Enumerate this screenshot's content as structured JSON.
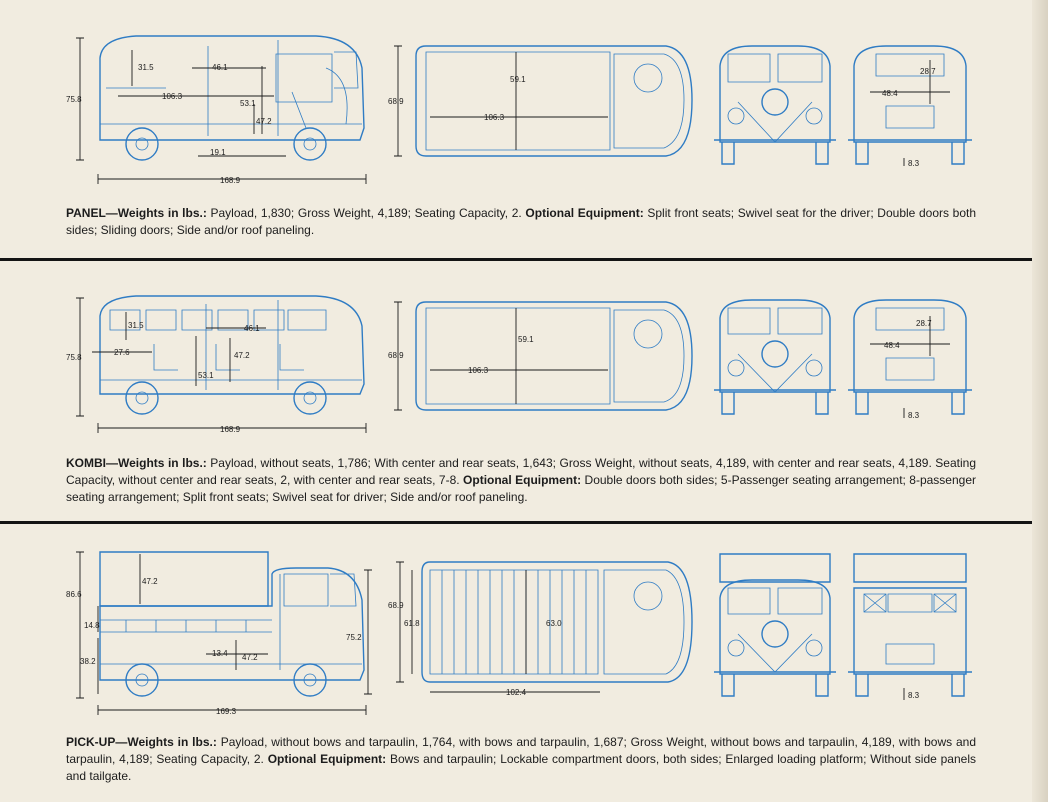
{
  "sections": [
    {
      "key": "panel",
      "caption": {
        "model": "PANEL",
        "weights_heading": "—Weights in lbs.:",
        "specs": " Payload, 1,830; Gross Weight, 4,189; Seating Capacity, 2. ",
        "optional_label": "Optional Equipment:",
        "optional": " Split front seats; Swivel seat for the driver; Double doors both sides; Sliding doors; Side and/or roof paneling."
      },
      "dims": {
        "height": "75.8",
        "interior_height": "31.5",
        "door_width": "46.1",
        "cargo_length": "106.3",
        "door_height": "53.1",
        "floor_height": "47.2",
        "ground_clearance": "19.1",
        "overall_length": "168.9",
        "overall_height_top": "68.9",
        "interior_width": "59.1",
        "top_length": "106.3",
        "rear_door_width": "28.7",
        "rear_width": "48.4",
        "rear_clearance": "8.3"
      }
    },
    {
      "key": "kombi",
      "caption": {
        "model": "KOMBI",
        "weights_heading": "—Weights in lbs.:",
        "specs": " Payload, without seats, 1,786; With center and rear seats, 1,643; Gross Weight, without seats, 4,189, with center and rear seats, 4,189. Seating Capacity, without center and rear seats, 2, with center and rear seats, 7-8. ",
        "optional_label": "Optional Equipment:",
        "optional": " Double doors both sides; 5-Passenger seating arrangement; 8-passenger seating arrangement; Split front seats; Swivel seat for driver; Side and/or roof paneling."
      },
      "dims": {
        "height": "75.8",
        "interior_height": "31.5",
        "seat_gap": "27.6",
        "door_width": "46.1",
        "door_height": "53.1",
        "floor_height": "47.2",
        "overall_length": "168.9",
        "overall_height_top": "68.9",
        "interior_width": "59.1",
        "top_length": "106.3",
        "rear_door_width": "28.7",
        "rear_width": "48.4",
        "rear_clearance": "8.3"
      }
    },
    {
      "key": "pickup",
      "caption": {
        "model": "PICK-UP",
        "weights_heading": "—Weights in lbs.:",
        "specs": " Payload, without bows and tarpaulin, 1,764, with bows and tarpaulin, 1,687; Gross Weight, without bows and tarpaulin, 4,189, with bows and tarpaulin, 4,189; Seating Capacity, 2. ",
        "optional_label": "Optional Equipment:",
        "optional": " Bows and tarpaulin; Lockable compartment doors, both sides; Enlarged loading platform; Without side panels and tailgate."
      },
      "dims": {
        "height": "86.6",
        "tarp_height": "47.2",
        "side_height": "14.8",
        "bed_height": "38.2",
        "comp_height": "13.4",
        "comp_length": "47.2",
        "cab_height": "75.2",
        "overall_length": "169.3",
        "overall_height_top": "68.9",
        "bed_width": "61.8",
        "bed_length_top": "63.0",
        "bed_length": "102.4",
        "rear_clearance": "8.3"
      }
    }
  ]
}
